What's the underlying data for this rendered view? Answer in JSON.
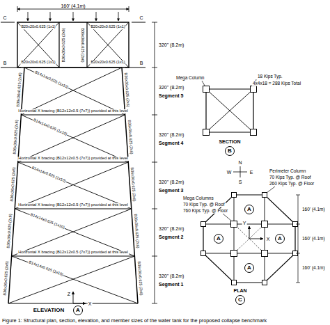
{
  "diagram": {
    "caption": "Figure 1: Structural plan, section, elevation, and member sizes of the water tank for the proposed collapse benchmark",
    "nodes": [
      {
        "text": [
          "B"
        ]
      },
      {
        "text": [
          "A"
        ]
      },
      {
        "text": [
          "A"
        ]
      },
      {
        "text": [
          "A"
        ]
      },
      {
        "text": [
          "A"
        ]
      },
      {
        "text": [
          "C"
        ]
      },
      {
        "text": [
          "A"
        ]
      }
    ],
    "labels": [
      "160' (4.1m)",
      "C",
      "C",
      "B20x20x0.625 (1x1)",
      "B20x20x0.625 (1x1)",
      "B20x20x0.625 (1x1)",
      "B20x20x0.625 (1x1)",
      "B36x36x0.625 (2x6)",
      "B36x36x0.625 (2x6)",
      "B",
      "B",
      "320\" (8.2m)",
      "320\" (8.2m)",
      "Segment 5",
      "320\" (8.2m)",
      "Segment 4",
      "320\" (8.2m)",
      "Segment 3",
      "320\" (8.2m)",
      "Segment 2",
      "320\" (8.2m)",
      "Segment 1",
      "Horizontal X bracing (B12x12x0.5 (7x7)) provided at this level",
      "Horizontal X bracing (B12x12x0.5 (7x7)) provided at this level",
      "Horizontal X bracing (B12x12x0.5 (7x7)) provided at this level",
      "Horizontal X bracing (B12x12x0.5 (7x7)) provided at this level",
      "B36x36x0.625 (2x6)",
      "B36x36x0.625 (2x6)",
      "B14x14x0.625 (1x10)",
      "B36x36x0.625 (2x6)",
      "B36x36x0.625 (2x6)",
      "B14x14x0.625 (1x10)",
      "B36x36x0.625 (2x6)",
      "B36x36x0.625 (2x6)",
      "B14x14x0.625 (1x10)",
      "B36x36x0.625 (2x6)",
      "B36x36x0.625 (2x6)",
      "B14x14x0.625 (1x10)",
      "B36x36x0.625 (2x6)",
      "B36x36x0.625 (2x6)",
      "B14x14x0.625 (1x10)",
      "ELEVATION",
      "Z",
      "X",
      "18 Kips Typ.",
      "4x4x18 = 288 Kips Total",
      "Mega Column",
      "SECTION",
      "N",
      "W",
      "E",
      "S",
      "Perimeter Column",
      "70 Kips Typ. @ Roof",
      "260 Kips Typ. @ Floor",
      "Mega Columns",
      "70 Kips Typ. @ Roof",
      "760 Kips Typ. @ Floor",
      "160' (4.1m)",
      "160' (4.1m)",
      "160' (4.1m)",
      "Y",
      "X",
      "PLAN"
    ]
  }
}
